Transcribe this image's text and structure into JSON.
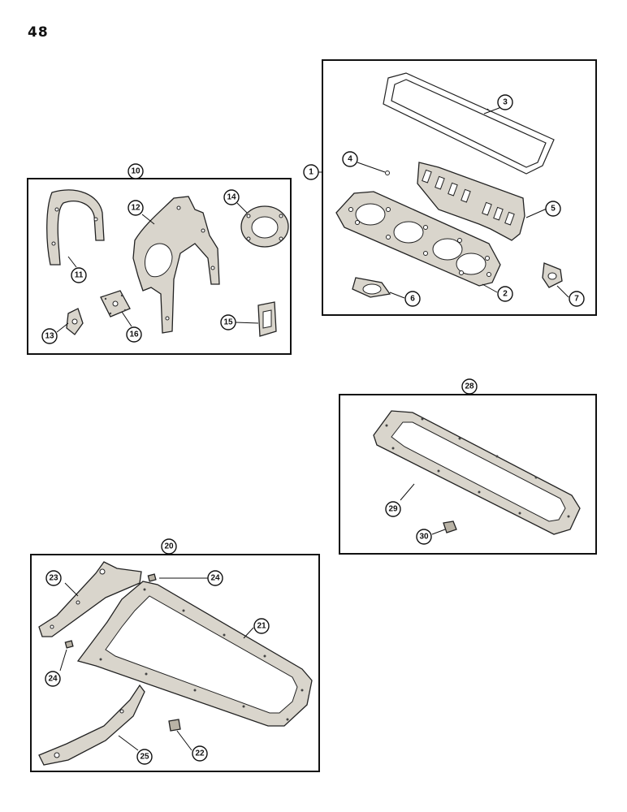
{
  "page_number": "48",
  "callouts": {
    "c1": "1",
    "c2": "2",
    "c3": "3",
    "c4": "4",
    "c5": "5",
    "c6": "6",
    "c7": "7",
    "c10": "10",
    "c11": "11",
    "c12": "12",
    "c13": "13",
    "c14": "14",
    "c15": "15",
    "c16": "16",
    "c20": "20",
    "c21": "21",
    "c22": "22",
    "c23": "23",
    "c24a": "24",
    "c24b": "24",
    "c25": "25",
    "c28": "28",
    "c29": "29",
    "c30": "30"
  }
}
